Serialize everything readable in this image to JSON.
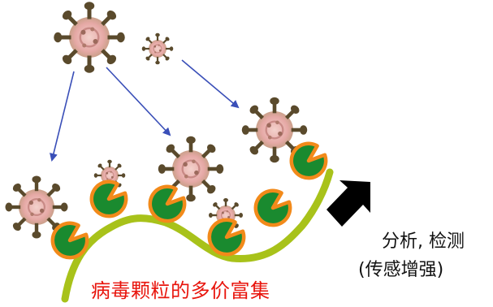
{
  "caption": "病毒颗粒的多价富集",
  "output_label_line1": "分析, 检测",
  "output_label_line2": "(传感增强)",
  "colors": {
    "surface_curve": "#a8c21a",
    "receptor_fill": "#1a8a2f",
    "receptor_ring": "#f28a1a",
    "arrow_blue": "#3a4fb8",
    "output_arrow": "#000000",
    "caption_red": "#e8140c",
    "virus_core": "#e8b0b0",
    "virus_spike": "#5a4a2c"
  },
  "icons": {
    "virus": "coronavirus-icon",
    "receptor": "pacman-receptor-icon",
    "output": "black-arrow-icon"
  }
}
